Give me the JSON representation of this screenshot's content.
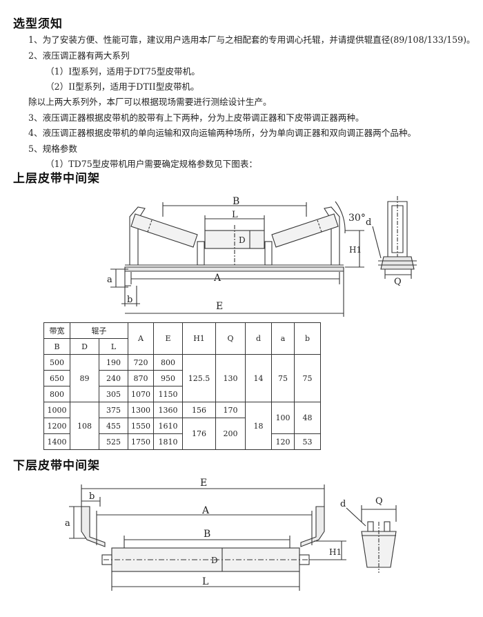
{
  "section_notice": {
    "title": "选型须知",
    "items": [
      "1、为了安装方便、性能可靠，建议用户选用本厂与之相配套的专用调心托辊，并请提供辊直径(89/108/133/159)。",
      "2、液压调正器有两大系列",
      "（1）I型系列，适用于DT75型皮带机。",
      "（2）II型系列，适用于DTII型皮带机。",
      "除以上两大系列外，本厂可以根据现场需要进行测绘设计生产。",
      "3、液压调正器根据皮带机的胶带有上下两种，分为上皮带调正器和下皮带调正器两种。",
      "4、液压调正器根据皮带机的单向运输和双向运输两种场所，分为单向调正器和双向调正器两个品种。",
      "5、规格参数",
      "（1）TD75型皮带机用户需要确定规格参数见下图表："
    ]
  },
  "upper_frame": {
    "title": "上层皮带中间架",
    "labels": {
      "B": "B",
      "L": "L",
      "D": "D",
      "H1": "H1",
      "angle": "30°",
      "d": "d",
      "Q": "Q",
      "a": "a",
      "A": "A",
      "b": "b",
      "E": "E"
    }
  },
  "spec_table": {
    "headers": {
      "belt_width": "带宽",
      "belt_width_sub": "B",
      "roller": "辊子",
      "D": "D",
      "L": "L",
      "A": "A",
      "E": "E",
      "H1": "H1",
      "Q": "Q",
      "d": "d",
      "a": "a",
      "b": "b"
    },
    "rows": [
      {
        "B": "500",
        "L": "190",
        "A": "720",
        "E": "800"
      },
      {
        "B": "650",
        "L": "240",
        "A": "870",
        "E": "950"
      },
      {
        "B": "800",
        "L": "305",
        "A": "1070",
        "E": "1150"
      },
      {
        "B": "1000",
        "L": "375",
        "A": "1300",
        "E": "1360"
      },
      {
        "B": "1200",
        "L": "455",
        "A": "1550",
        "E": "1610"
      },
      {
        "B": "1400",
        "L": "525",
        "A": "1750",
        "E": "1810"
      }
    ],
    "merged": {
      "D_89": "89",
      "D_108": "108",
      "H1_1255": "125.5",
      "H1_156": "156",
      "H1_176": "176",
      "Q_130": "130",
      "Q_170": "170",
      "Q_200": "200",
      "d_14": "14",
      "d_18": "18",
      "a_75": "75",
      "a_100": "100",
      "a_120": "120",
      "b_75": "75",
      "b_48": "48",
      "b_53": "53"
    }
  },
  "lower_frame": {
    "title": "下层皮带中间架",
    "labels": {
      "E": "E",
      "b": "b",
      "a": "a",
      "A": "A",
      "B": "B",
      "D": "D",
      "L": "L",
      "H1": "H1",
      "d": "d",
      "Q": "Q"
    }
  }
}
